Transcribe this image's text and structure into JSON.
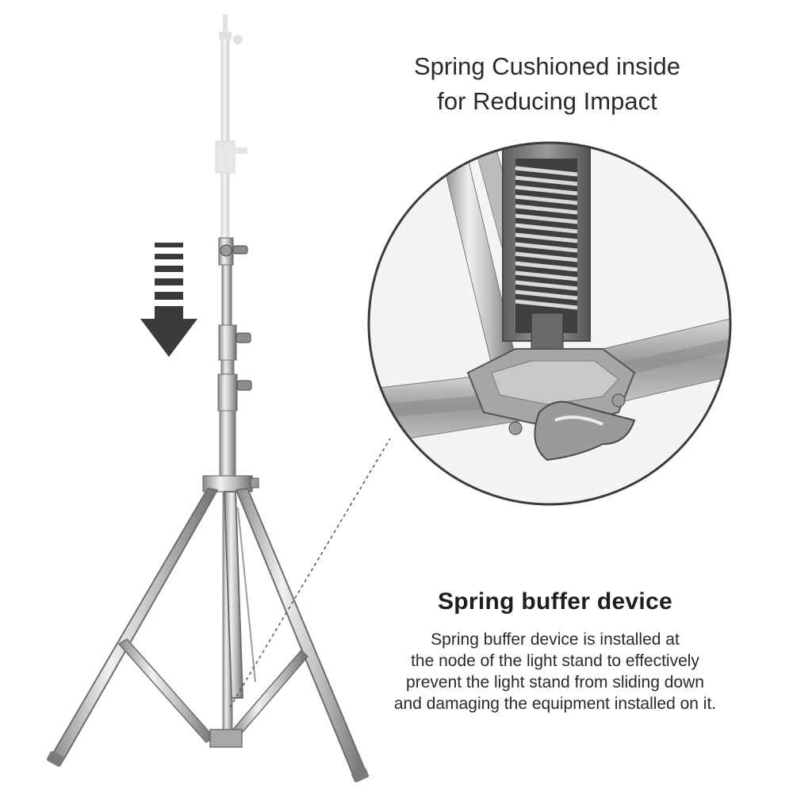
{
  "detail_caption": "Spring Cushioned inside\nfor Reducing Impact",
  "feature": {
    "title": "Spring buffer device",
    "description": "Spring buffer device is installed at\nthe node of the light stand to effectively\nprevent the light stand from sliding down\nand damaging the equipment installed on it."
  },
  "icons": {
    "arrow": "down-arrow-icon",
    "stand": "light-stand-illustration",
    "spring": "spring-buffer-closeup"
  },
  "colors": {
    "arrow": "#3a3a3a",
    "steel": "#b8b8b8",
    "steel_dark": "#7d7d7d",
    "text": "#2a2a2a",
    "circle_border": "#3c3c3c"
  }
}
